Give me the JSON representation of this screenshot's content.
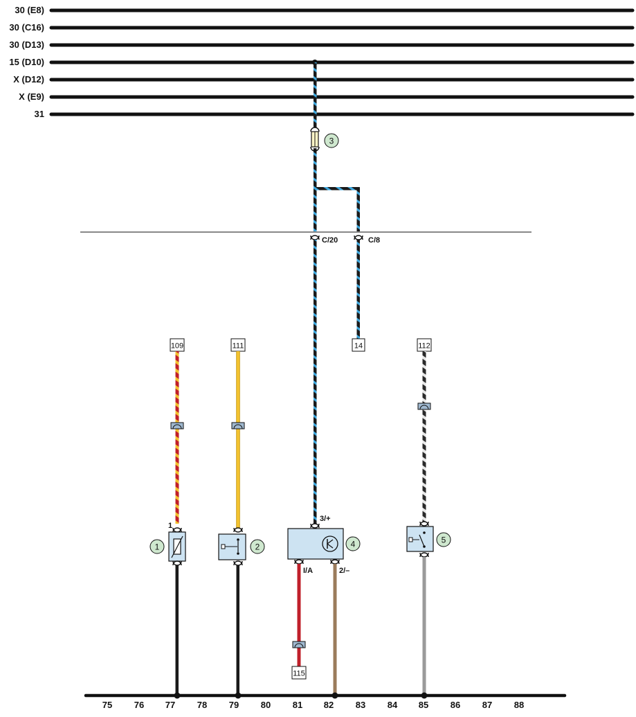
{
  "bus_lines": [
    "30 (E8)",
    "30 (C16)",
    "30 (D13)",
    "15 (D10)",
    "X (D12)",
    "X (E9)",
    "31"
  ],
  "connector_labels": {
    "c20": "C/20",
    "c8": "C/8"
  },
  "ref_boxes": {
    "r109": "109",
    "r111": "111",
    "r14": "14",
    "r112": "112",
    "r115": "115"
  },
  "pin_labels": {
    "p1": "1",
    "p3plus": "3/+",
    "pIA": "I/A",
    "p2minus": "2/–"
  },
  "callouts": {
    "c1": "1",
    "c2": "2",
    "c3": "3",
    "c4": "4",
    "c5": "5"
  },
  "column_numbers": [
    "75",
    "76",
    "77",
    "78",
    "79",
    "80",
    "81",
    "82",
    "83",
    "84",
    "85",
    "86",
    "87",
    "88"
  ],
  "colors": {
    "wire_black": "#1a1a1a",
    "stripe_blue": "#3fa9e0",
    "wire_red": "#c0202a",
    "wire_yellow": "#f2c12e",
    "wire_brown": "#9b7b5b",
    "wire_grey": "#9a9a9a",
    "wire_white": "#ffffff",
    "component_fill": "#cde3f2",
    "callout_fill": "#cfe8cf"
  }
}
